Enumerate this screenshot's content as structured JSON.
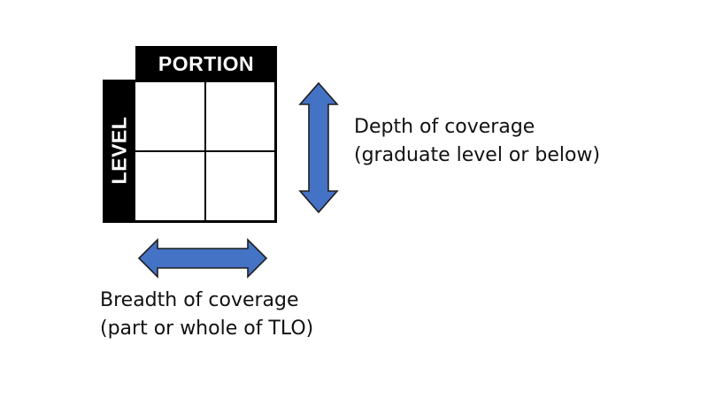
{
  "matrix": {
    "column_header": "PORTION",
    "row_header": "LEVEL",
    "rows": 2,
    "columns": 2,
    "cells": [
      "",
      "",
      "",
      ""
    ]
  },
  "depth": {
    "arrow_icon": "vertical-double-arrow",
    "line1": "Depth of coverage",
    "line2": "(graduate level or below)"
  },
  "breadth": {
    "arrow_icon": "horizontal-double-arrow",
    "line1": "Breadth of coverage",
    "line2": "(part or whole of TLO)"
  },
  "colors": {
    "arrow_fill": "#4472C4",
    "arrow_stroke": "#1F1F1F",
    "header_bg": "#000000",
    "header_text": "#FFFFFF"
  }
}
